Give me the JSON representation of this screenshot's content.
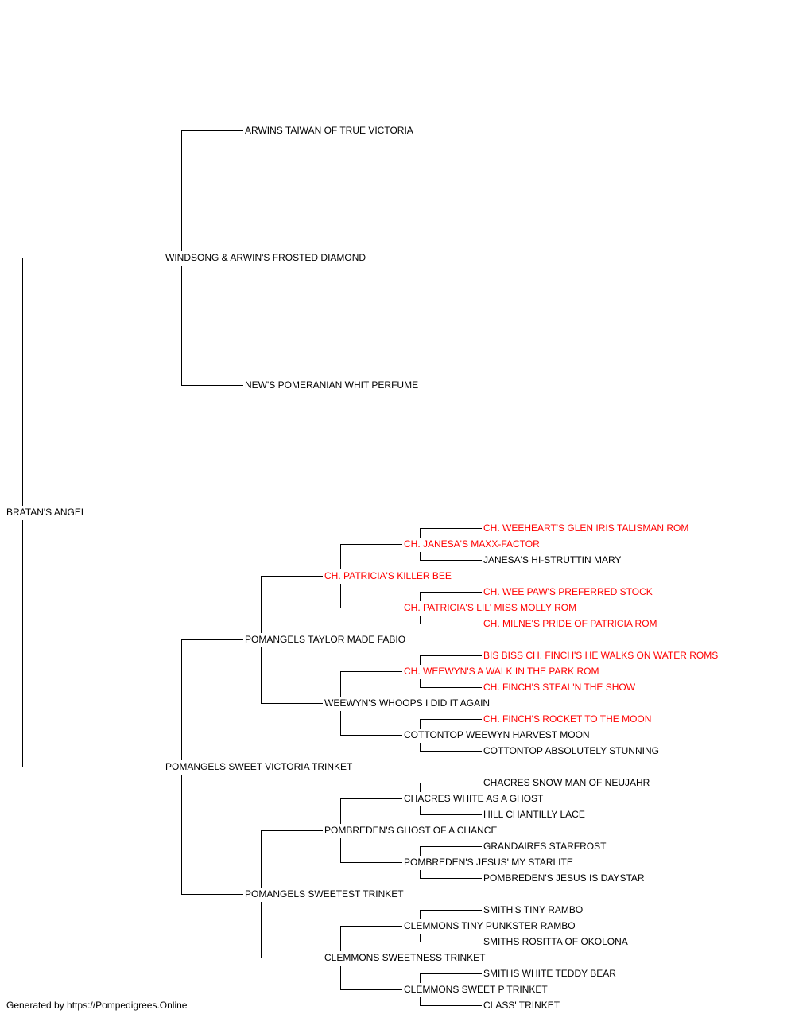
{
  "colors": {
    "champion": "#ff0000",
    "default": "#000000",
    "line": "#000000"
  },
  "pedigree": {
    "subject": {
      "name": "BRATAN'S ANGEL",
      "champion": false
    },
    "sire": {
      "name": "WINDSONG & ARWIN'S FROSTED DIAMOND",
      "champion": false
    },
    "dam": {
      "name": "POMANGELS SWEET VICTORIA TRINKET",
      "champion": false
    },
    "sire_sire": {
      "name": "ARWINS TAIWAN OF TRUE VICTORIA",
      "champion": false
    },
    "sire_dam": {
      "name": "NEW'S POMERANIAN WHIT PERFUME",
      "champion": false
    },
    "dam_sire": {
      "name": "POMANGELS TAYLOR MADE FABIO",
      "champion": false
    },
    "dam_dam": {
      "name": "POMANGELS SWEETEST TRINKET",
      "champion": false
    },
    "ds_sire": {
      "name": "CH. PATRICIA'S KILLER BEE",
      "champion": true
    },
    "ds_dam": {
      "name": "WEEWYN'S WHOOPS I DID IT AGAIN",
      "champion": false
    },
    "dd_sire": {
      "name": "POMBREDEN'S GHOST OF A CHANCE",
      "champion": false
    },
    "dd_dam": {
      "name": "CLEMMONS SWEETNESS TRINKET",
      "champion": false
    },
    "g4_1": {
      "name": "CH. JANESA'S MAXX-FACTOR",
      "champion": true
    },
    "g4_2": {
      "name": "CH. PATRICIA'S LIL' MISS MOLLY ROM",
      "champion": true
    },
    "g4_3": {
      "name": "CH. WEEWYN'S A WALK IN THE PARK ROM",
      "champion": true
    },
    "g4_4": {
      "name": "COTTONTOP WEEWYN HARVEST MOON",
      "champion": false
    },
    "g4_5": {
      "name": "CHACRES WHITE AS A GHOST",
      "champion": false
    },
    "g4_6": {
      "name": "POMBREDEN'S JESUS' MY STARLITE",
      "champion": false
    },
    "g4_7": {
      "name": "CLEMMONS TINY PUNKSTER RAMBO",
      "champion": false
    },
    "g4_8": {
      "name": "CLEMMONS SWEET P TRINKET",
      "champion": false
    },
    "g5_1": {
      "name": "CH. WEEHEART'S GLEN IRIS TALISMAN ROM",
      "champion": true
    },
    "g5_2": {
      "name": "JANESA'S HI-STRUTTIN MARY",
      "champion": false
    },
    "g5_3": {
      "name": "CH. WEE PAW'S PREFERRED STOCK",
      "champion": true
    },
    "g5_4": {
      "name": "CH. MILNE'S PRIDE OF PATRICIA ROM",
      "champion": true
    },
    "g5_5": {
      "name": "BIS BISS CH. FINCH'S HE WALKS ON WATER ROMS",
      "champion": true
    },
    "g5_6": {
      "name": "CH. FINCH'S STEAL'N THE SHOW",
      "champion": true
    },
    "g5_7": {
      "name": "CH. FINCH'S ROCKET TO THE MOON",
      "champion": true
    },
    "g5_8": {
      "name": "COTTONTOP ABSOLUTELY STUNNING",
      "champion": false
    },
    "g5_9": {
      "name": "CHACRES SNOW MAN OF NEUJAHR",
      "champion": false
    },
    "g5_10": {
      "name": "HILL CHANTILLY LACE",
      "champion": false
    },
    "g5_11": {
      "name": "GRANDAIRES STARFROST",
      "champion": false
    },
    "g5_12": {
      "name": "POMBREDEN'S JESUS IS DAYSTAR",
      "champion": false
    },
    "g5_13": {
      "name": "SMITH'S TINY RAMBO",
      "champion": false
    },
    "g5_14": {
      "name": "SMITHS ROSITTA OF OKOLONA",
      "champion": false
    },
    "g5_15": {
      "name": "SMITHS WHITE TEDDY BEAR",
      "champion": false
    },
    "g5_16": {
      "name": "CLASS' TRINKET",
      "champion": false
    }
  },
  "footer": {
    "text": "Generated by https://Pompedigrees.Online"
  }
}
